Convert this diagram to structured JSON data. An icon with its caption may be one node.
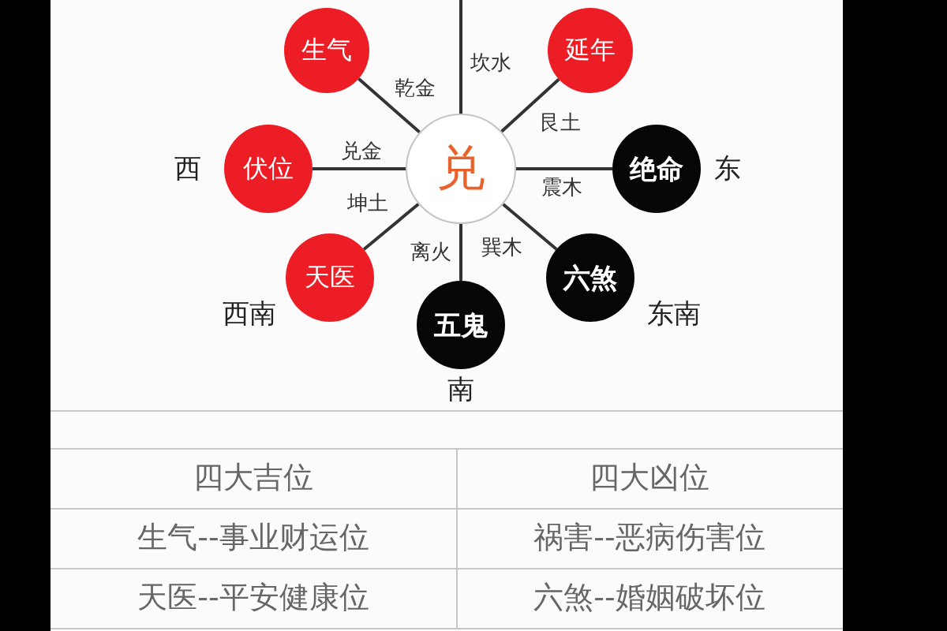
{
  "diagram": {
    "nodes": [
      {
        "text": [
          "生气"
        ]
      },
      {
        "text": [
          "延年"
        ]
      },
      {
        "text": [
          "伏位"
        ],
        "beside": [
          "西"
        ]
      },
      {
        "text": [
          "兑"
        ]
      },
      {
        "text": [
          "绝命"
        ],
        "beside": [
          "东"
        ]
      },
      {
        "text": [
          "天医"
        ],
        "beside": [
          "西南"
        ]
      },
      {
        "text": [
          "六煞"
        ],
        "beside": [
          "东南"
        ]
      },
      {
        "text": [
          "五鬼"
        ],
        "beside": [
          "南"
        ]
      }
    ],
    "edges": [
      {
        "from": 3,
        "to": 0,
        "arrow": "none",
        "label": "乾金"
      },
      {
        "from": null,
        "to": 3,
        "arrow": "none",
        "label": "坎水"
      },
      {
        "from": 3,
        "to": 1,
        "arrow": "none",
        "label": "艮土"
      },
      {
        "from": 3,
        "to": 2,
        "arrow": "none",
        "label": "兑金"
      },
      {
        "from": 3,
        "to": 4,
        "arrow": "none",
        "label": "震木"
      },
      {
        "from": 3,
        "to": 5,
        "arrow": "none",
        "label": "坤土"
      },
      {
        "from": 3,
        "to": 6,
        "arrow": "none",
        "label": "巽木"
      },
      {
        "from": 3,
        "to": 7,
        "arrow": "none",
        "label": "离火"
      }
    ],
    "labels": [
      "四大吉位",
      "四大凶位",
      "生气--事业财运位",
      "祸害--恶病伤害位",
      "天医--平安健康位",
      "六煞--婚姻破坏位"
    ]
  }
}
